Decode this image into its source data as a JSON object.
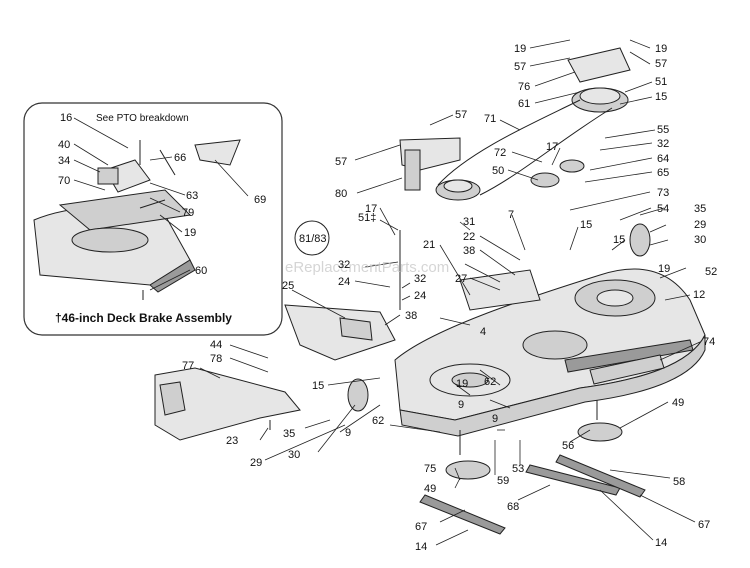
{
  "diagram": {
    "watermark": "eReplacementParts.com",
    "inset": {
      "title": "†46-inch Deck Brake Assembly",
      "note": "See PTO breakdown",
      "labels": [
        "16",
        "40",
        "34",
        "70",
        "66",
        "63",
        "79",
        "19",
        "69",
        "60"
      ]
    },
    "labels": {
      "l19a": "19",
      "l19b": "19",
      "l57a": "57",
      "l57b": "57",
      "l76": "76",
      "l61": "61",
      "l51": "51",
      "l15a": "15",
      "l57c": "57",
      "l71": "71",
      "l57d": "57",
      "l80": "80",
      "l55": "55",
      "l32a": "32",
      "l64": "64",
      "l17a": "17",
      "l72": "72",
      "l50": "50",
      "l65": "65",
      "l73": "73",
      "l35a": "35",
      "l54": "54",
      "l29a": "29",
      "l30a": "30",
      "l15b": "15",
      "l15c": "15",
      "l17b": "17",
      "l51b": "51‡",
      "l31": "31",
      "l7": "7",
      "l22": "22",
      "l38a": "38",
      "l21": "21",
      "l8183": "81/83",
      "l32b": "32",
      "l24a": "24",
      "l32c": "32",
      "l24b": "24",
      "l25": "25",
      "l38b": "38",
      "l27": "27",
      "l4": "4",
      "l19c": "19",
      "l52": "52",
      "l12": "12",
      "l74": "74",
      "l44": "44",
      "l78": "78",
      "l77": "77",
      "l15d": "15",
      "l19d": "19",
      "l62a": "62",
      "l62b": "62",
      "l9a": "9",
      "l9b": "9",
      "l49a": "49",
      "l35b": "35",
      "l23": "23",
      "l29b": "29",
      "l30b": "30",
      "l56": "56",
      "l75": "75",
      "l53": "53",
      "l49b": "49",
      "l59": "59",
      "l58": "58",
      "l68": "68",
      "l67a": "67",
      "l67b": "67",
      "l14a": "14",
      "l14b": "14"
    }
  }
}
